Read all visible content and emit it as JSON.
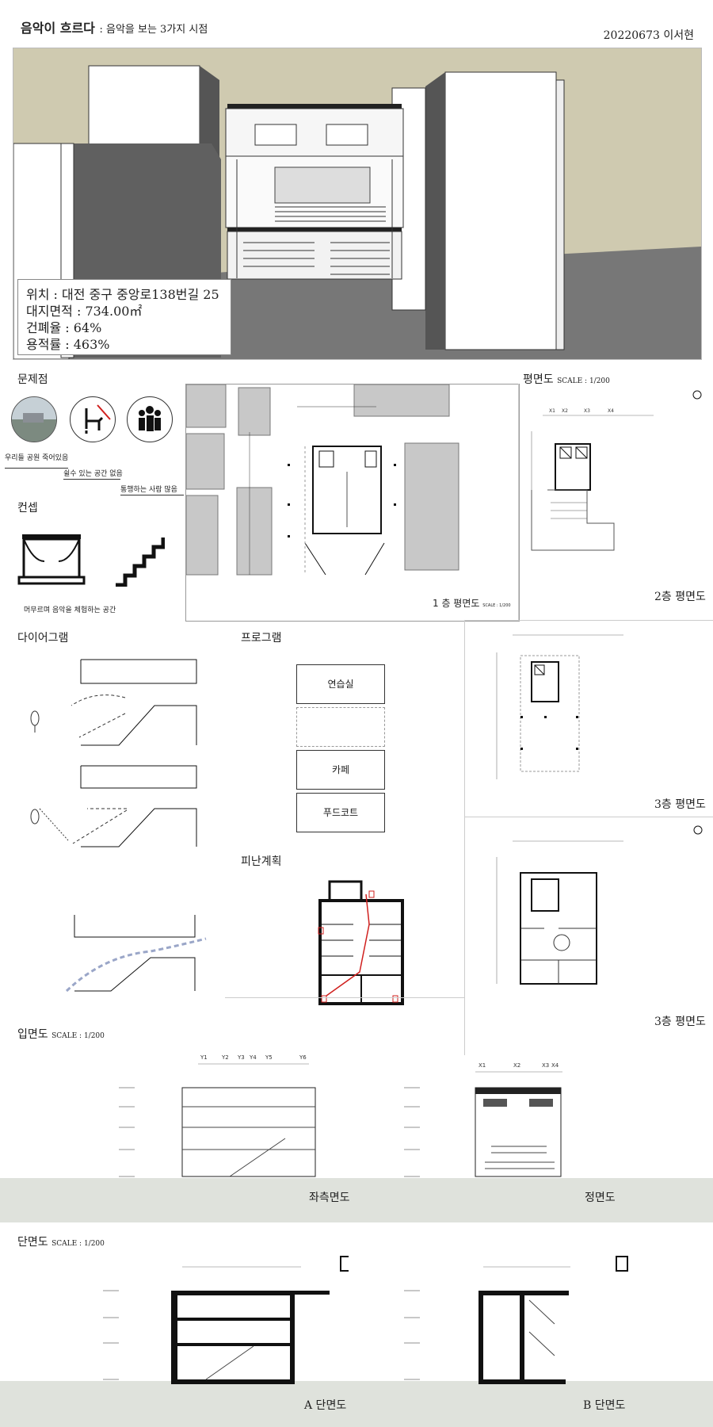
{
  "header": {
    "title": "음악이 흐르다",
    "subtitle": ": 음악을 보는 3가지 시점",
    "student_id": "20220673 이서현"
  },
  "site_info": {
    "location": "위치 : 대전 중구 중앙로138번길 25",
    "area": "대지면적 : 734.00㎡",
    "coverage": "건폐율 : 64%",
    "far": "용적률 : 463%"
  },
  "problems": {
    "heading": "문제점",
    "items": [
      "우리들 공원 죽어있음",
      "쉴수 있는 공간 없음",
      "통행하는 사람 많음"
    ]
  },
  "concept": {
    "heading": "컨셉",
    "caption": "머무르며 음악을 체험하는 공간"
  },
  "plan": {
    "heading": "평면도",
    "scale": "SCALE : 1/200",
    "floor1_label": "1 층 평면도",
    "floor1_scale": "SCALE : 1/200",
    "floor2_label": "2층 평면도",
    "floor3a_label": "3층 평면도",
    "floor3b_label": "3층 평면도"
  },
  "diagram": {
    "heading": "다이어그램"
  },
  "program": {
    "heading": "프로그램",
    "items": [
      "연습실",
      "카페",
      "푸드코트"
    ]
  },
  "evac": {
    "heading": "피난계획"
  },
  "elevation": {
    "heading": "입면도",
    "scale": "SCALE : 1/200",
    "left_label": "좌측면도",
    "front_label": "정면도",
    "axis_left": [
      "Y1",
      "Y2",
      "Y3",
      "Y4",
      "Y5",
      "Y6"
    ],
    "axis_front": [
      "X1",
      "X2",
      "X3",
      "X4"
    ]
  },
  "section": {
    "heading": "단면도",
    "scale": "SCALE : 1/200",
    "a_label": "A 단면도",
    "b_label": "B 단면도"
  },
  "colors": {
    "sky": "#cfcab0",
    "ground": "#6a6a6a",
    "band": "#dfe2dc",
    "evac_red": "#d0201e",
    "arrow_blue": "#9aa6c8"
  }
}
